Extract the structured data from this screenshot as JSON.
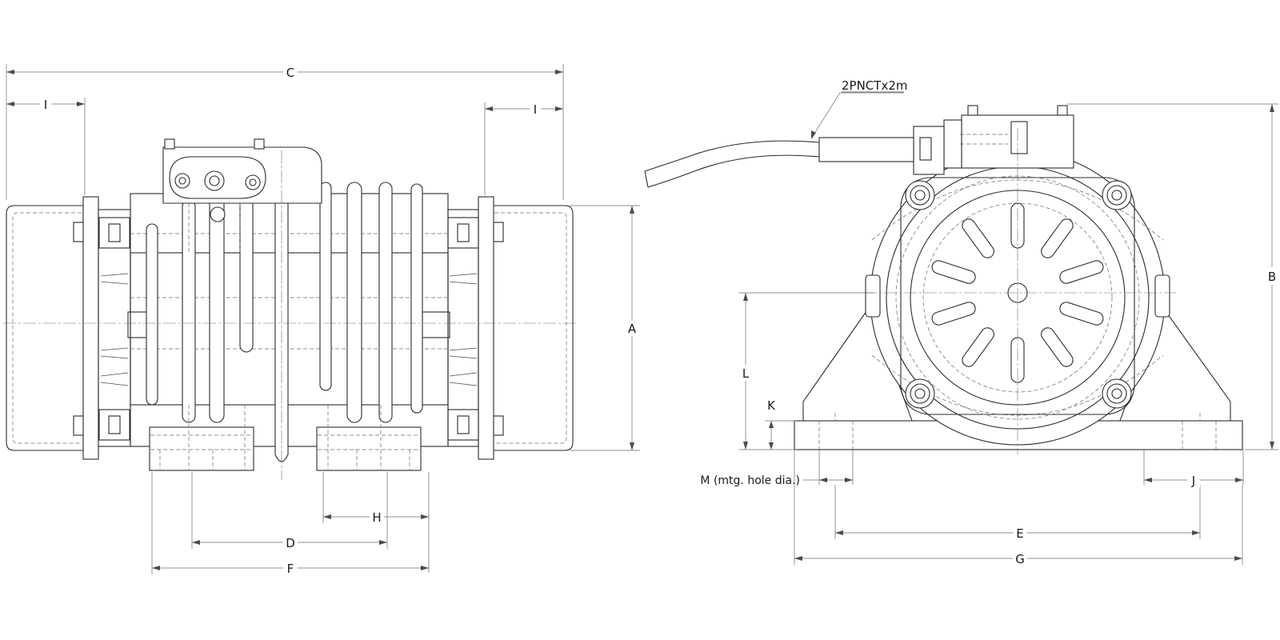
{
  "dimensions": {
    "A": "A",
    "B": "B",
    "C": "C",
    "D": "D",
    "E": "E",
    "F": "F",
    "G": "G",
    "H": "H",
    "I_left": "I",
    "I_right": "I",
    "J": "J",
    "K": "K",
    "L": "L",
    "M": "M (mtg. hole dia.)"
  },
  "callouts": {
    "cable": "2PNCTx2m"
  }
}
